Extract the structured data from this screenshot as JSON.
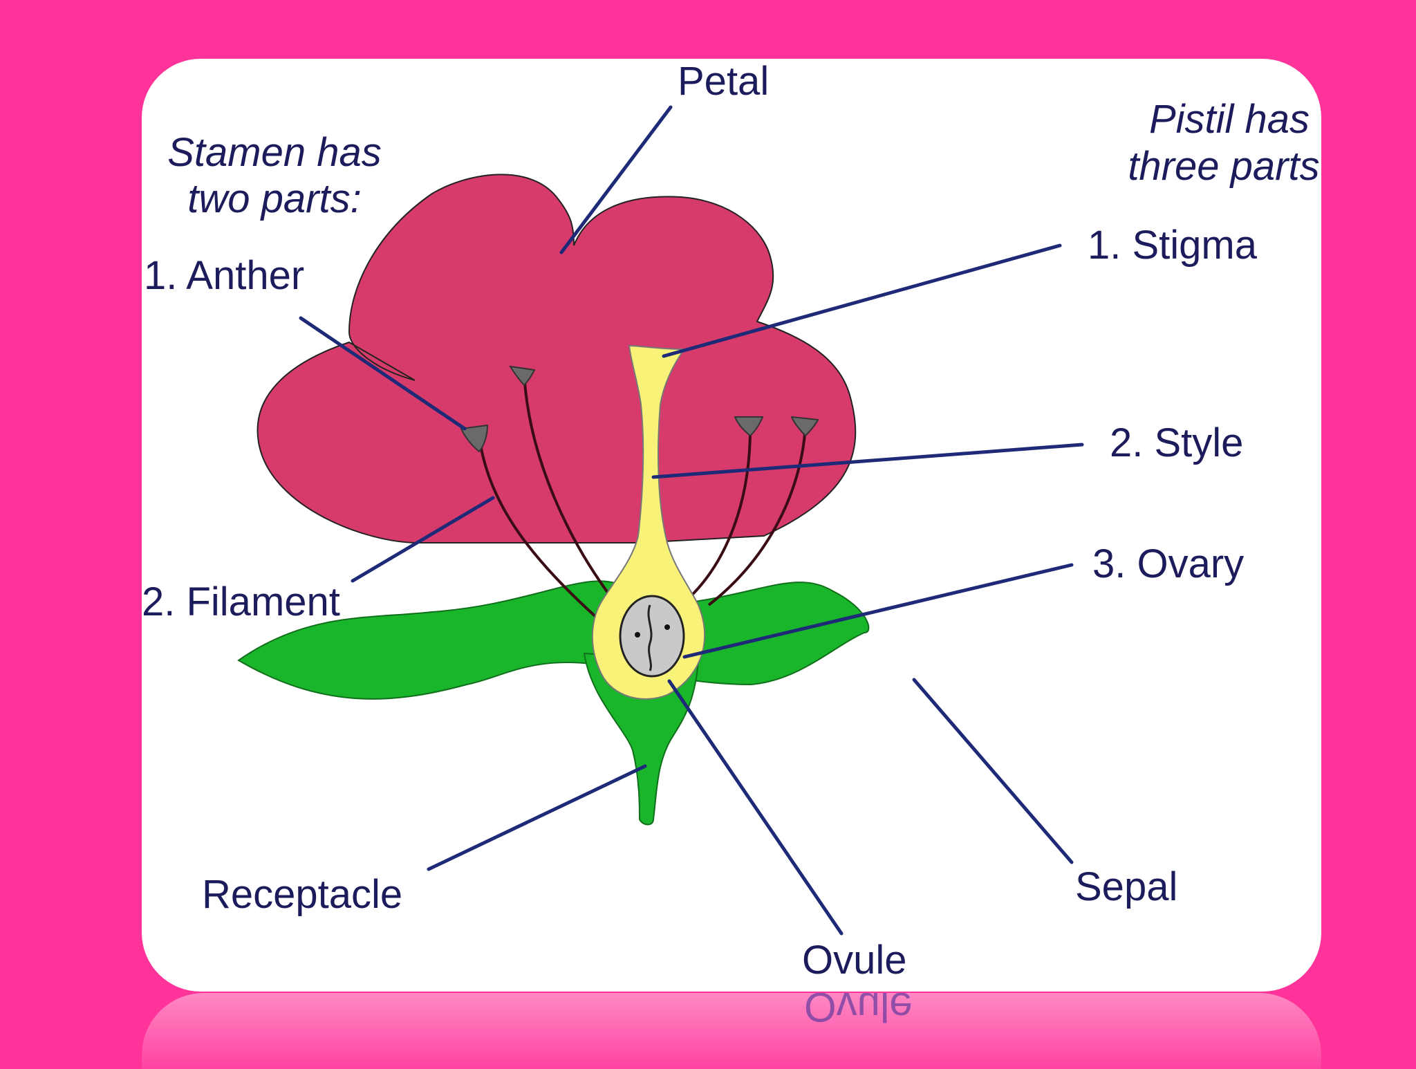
{
  "diagram": {
    "stamen_heading": [
      "Stamen has",
      "two parts:"
    ],
    "pistil_heading": [
      "Pistil has",
      "three parts:"
    ],
    "labels": {
      "petal": "Petal",
      "anther": "1. Anther",
      "filament": "2. Filament",
      "stigma": "1. Stigma",
      "style": "2. Style",
      "ovary": "3. Ovary",
      "receptacle": "Receptacle",
      "ovule": "Ovule",
      "sepal": "Sepal"
    },
    "reflection_text": "Ovule"
  },
  "colors": {
    "background": "#ff3399",
    "card": "#ffffff",
    "petal": "#d63b6b",
    "sepal": "#19b52a",
    "pistil": "#f8f278",
    "ovule": "#c9c9c9",
    "anther": "#6a6a6a",
    "filament": "#3a0d14",
    "pointer": "#1e2a78",
    "label": "#1c1c5c"
  }
}
